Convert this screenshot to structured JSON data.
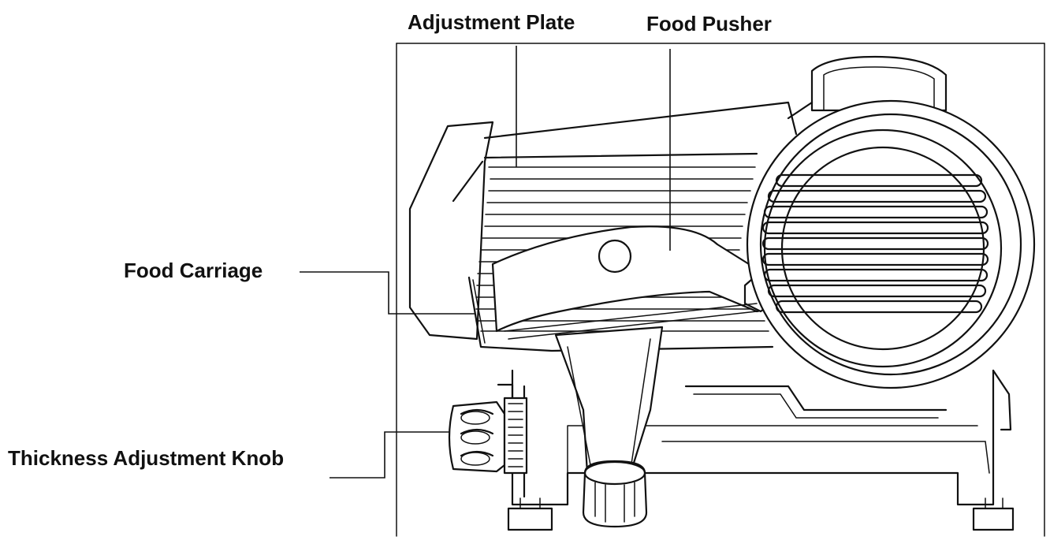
{
  "callouts": {
    "adjustment_plate": "Adjustment Plate",
    "food_pusher": "Food Pusher",
    "food_carriage": "Food Carriage",
    "thickness_adjustment_knob": "Thickness Adjustment Knob"
  }
}
